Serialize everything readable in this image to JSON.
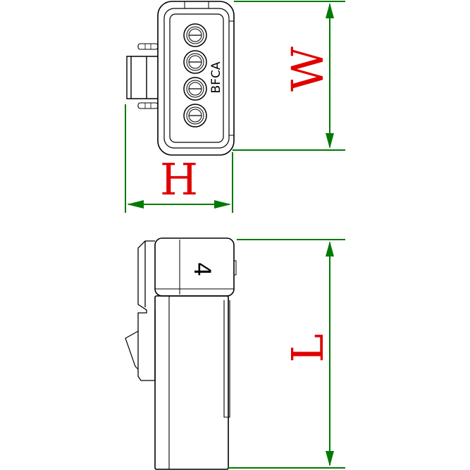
{
  "colors": {
    "outline": "#000000",
    "dimension_line": "#007a00",
    "dimension_text": "#e00000",
    "background": "#ffffff"
  },
  "dimensions": {
    "width_label": "W",
    "height_label": "H",
    "length_label": "L"
  },
  "front_view": {
    "marking": "BFCA",
    "cavity_count": 4
  },
  "side_view": {
    "cavity_number": "4"
  }
}
